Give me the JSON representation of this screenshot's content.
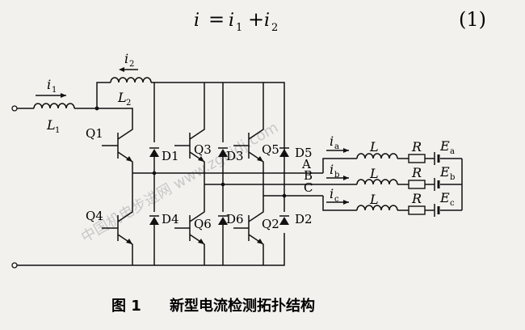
{
  "equation": {
    "lhs": "i",
    "eq": "=",
    "t1": "i",
    "t1_sub": "1",
    "plus": "+",
    "t2": "i",
    "t2_sub": "2",
    "number": "(1)"
  },
  "labels": {
    "i1": "i",
    "i1_sub": "1",
    "i2": "i",
    "i2_sub": "2",
    "L1": "L",
    "L1_sub": "1",
    "L2": "L",
    "L2_sub": "2",
    "Q1": "Q1",
    "Q3": "Q3",
    "Q5": "Q5",
    "Q4": "Q4",
    "Q6": "Q6",
    "Q2": "Q2",
    "D1": "D1",
    "D3": "D3",
    "D5": "D5",
    "D4": "D4",
    "D6": "D6",
    "D2": "D2",
    "A": "A",
    "B": "B",
    "C": "C",
    "phase_current": "i",
    "phase_a_sub": "a",
    "phase_b_sub": "b",
    "phase_c_sub": "c",
    "L": "L",
    "R": "R",
    "E": "E"
  },
  "caption": {
    "fig": "图 1",
    "title": "新型电流检测拓扑结构"
  },
  "watermark": "中国机电步进网 www.zgbjdj.com"
}
